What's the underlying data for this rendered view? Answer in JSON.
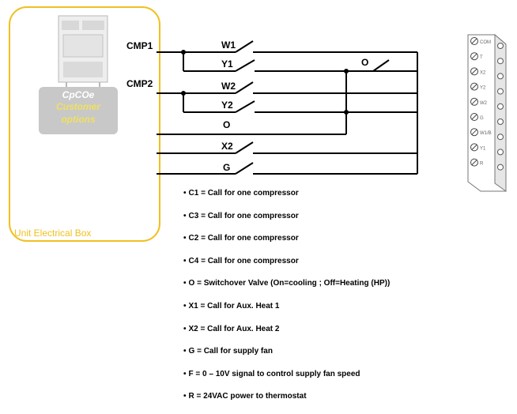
{
  "unit_box": {
    "title": "Unit Electrical Box"
  },
  "controller": {
    "name": "CpCOe",
    "options_line1": "Customer",
    "options_line2": "options"
  },
  "outputs": {
    "cmp1": "CMP1",
    "cmp2": "CMP2"
  },
  "wire_labels": {
    "w1": "W1",
    "y1": "Y1",
    "w2": "W2",
    "y2": "Y2",
    "o": "O",
    "x2": "X2",
    "g": "G",
    "o_switch": "O"
  },
  "legend": [
    "C1 = Call for one compressor",
    "C3 = Call for one compressor",
    "C2 = Call for one compressor",
    "C4 = Call for one compressor",
    "O = Switchover Valve (On=cooling ; Off=Heating (HP))",
    "X1 = Call for Aux. Heat 1",
    "X2 = Call for Aux. Heat 2",
    "G =  Call for supply fan",
    "F = 0 – 10V signal to control supply fan speed",
    "R = 24VAC power to thermostat"
  ],
  "terminal_block": {
    "labels": [
      "COM",
      "T",
      "X2",
      "Y2",
      "W2",
      "G",
      "W1/B",
      "Y1",
      "R"
    ]
  },
  "colors": {
    "box_border": "#f0c020",
    "wire": "#000000",
    "controller_panel": "#c8c8c8",
    "options_text": "#f0e060"
  }
}
